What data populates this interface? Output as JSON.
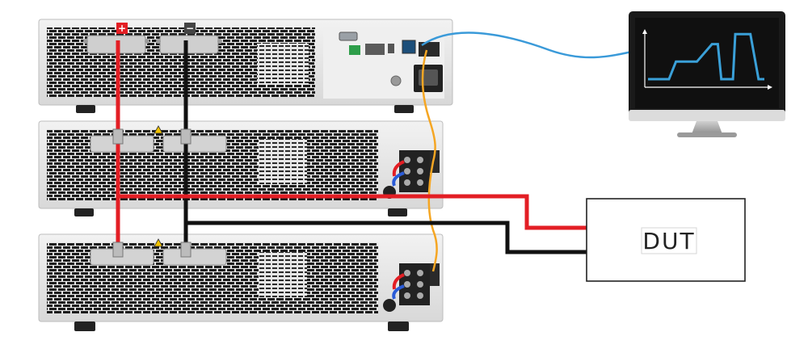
{
  "dut": {
    "label": "DUT"
  },
  "terminals": {
    "positive": "+",
    "negative": "−"
  },
  "colors": {
    "chassis": "#e6e6e6",
    "chassis_edge": "#bdbdbd",
    "vent": "#1b1b1b",
    "wire_positive": "#e31e24",
    "wire_negative": "#111111",
    "wire_link": "#f5a623",
    "wire_comm": "#3a9ad9",
    "monitor_screen": "#101010",
    "plot_line": "#3aa0d8",
    "dut_border": "#222222",
    "busbar": "#c9c9c9"
  },
  "monitor_waveform": {
    "points": [
      [
        0,
        0
      ],
      [
        0.18,
        0
      ],
      [
        0.24,
        0.35
      ],
      [
        0.42,
        0.35
      ],
      [
        0.55,
        0.7
      ],
      [
        0.6,
        0.7
      ],
      [
        0.63,
        0
      ],
      [
        0.73,
        0
      ],
      [
        0.75,
        0.9
      ],
      [
        0.88,
        0.9
      ],
      [
        0.95,
        0
      ],
      [
        1.0,
        0
      ]
    ]
  }
}
